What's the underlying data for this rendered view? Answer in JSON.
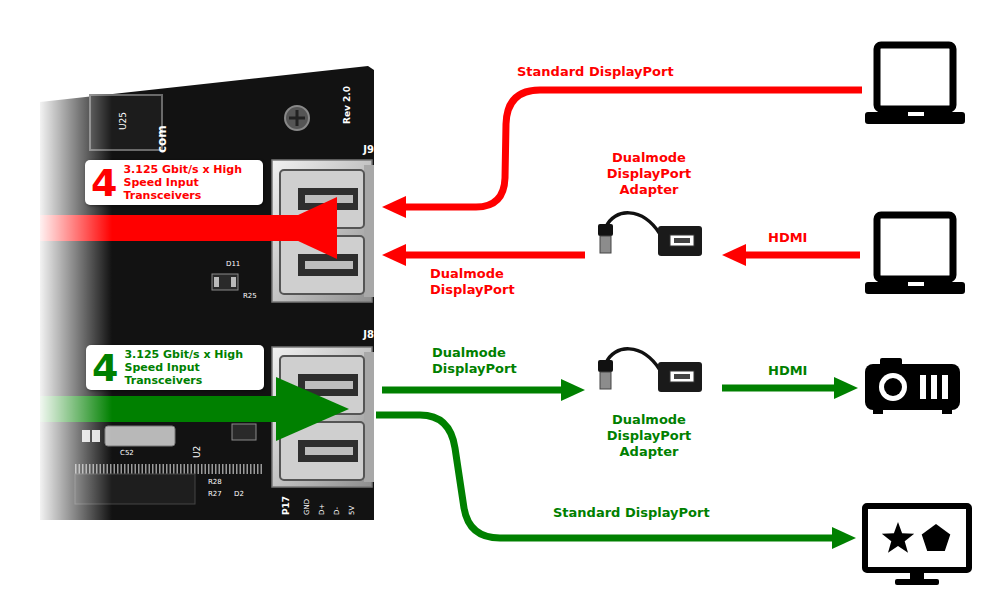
{
  "diagram": {
    "nodes": [
      {
        "text": [
          "4",
          "3.125 Gbit/s x High Speed Input Transceivers"
        ]
      },
      {
        "text": [
          "J9"
        ]
      },
      {
        "text": [
          "Dualmode DisplayPort Adapter"
        ]
      },
      {
        "text": [
          "4",
          "3.125 Gbit/s x High Speed Input Transceivers"
        ]
      },
      {
        "text": [
          "J8"
        ]
      },
      {
        "text": [
          "Dualmode DisplayPort Adapter"
        ]
      }
    ],
    "edges": [
      {
        "from": 2,
        "to": 1,
        "label": "Dualmode DisplayPort",
        "arrow": "to"
      },
      {
        "from": 4,
        "to": 5,
        "label": "Dualmode DisplayPort",
        "arrow": "to"
      }
    ],
    "labels": [
      "Standard DisplayPort",
      "HDMI",
      "HDMI",
      "Standard DisplayPort",
      "Rev 2.0",
      "U25",
      "com",
      "D11",
      "R25",
      "U2",
      "C52",
      "P17",
      "GND",
      "D+",
      "D-",
      "5V",
      "R28",
      "R27",
      "D2"
    ]
  }
}
